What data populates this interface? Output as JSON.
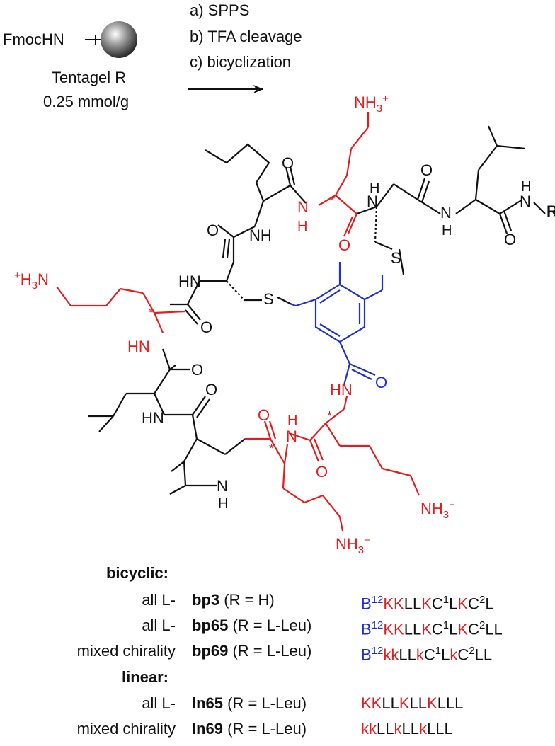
{
  "resin": {
    "fmoc_label": "FmocHN",
    "name": "Tentagel R",
    "loading": "0.25 mmol/g"
  },
  "steps": [
    "a) SPPS",
    "b) TFA cleavage",
    "c) bicyclization"
  ],
  "atoms": {
    "nh3_top": "NH3+",
    "h3n_left": "+H3N",
    "nh3_right": "NH3+",
    "nh3_bottom": "NH3+",
    "R": "R",
    "S": "S",
    "O": "O",
    "N": "N",
    "H": "H",
    "NH": "NH",
    "HN": "HN",
    "star": "*"
  },
  "colors": {
    "red": "#e11d1d",
    "blue": "#1f2fd0",
    "black": "#111111"
  },
  "table": {
    "bicyclic_header": "bicyclic:",
    "linear_header": "linear:",
    "rows": [
      {
        "chirality": "all L-",
        "code": "bp3",
        "r": " (R = H)",
        "seq": [
          [
            "B",
            "blue"
          ],
          [
            "12",
            "blue-sup"
          ],
          [
            "KK",
            "red"
          ],
          [
            "LL",
            "black"
          ],
          [
            "K",
            "red"
          ],
          [
            "C",
            "black"
          ],
          [
            "1",
            "sup"
          ],
          [
            "L",
            "black"
          ],
          [
            "K",
            "red"
          ],
          [
            "C",
            "black"
          ],
          [
            "2",
            "sup"
          ],
          [
            "L",
            "black"
          ]
        ]
      },
      {
        "chirality": "all L-",
        "code": "bp65",
        "r": " (R = L-Leu)",
        "seq": [
          [
            "B",
            "blue"
          ],
          [
            "12",
            "blue-sup"
          ],
          [
            "KK",
            "red"
          ],
          [
            "LL",
            "black"
          ],
          [
            "K",
            "red"
          ],
          [
            "C",
            "black"
          ],
          [
            "1",
            "sup"
          ],
          [
            "L",
            "black"
          ],
          [
            "K",
            "red"
          ],
          [
            "C",
            "black"
          ],
          [
            "2",
            "sup"
          ],
          [
            "LL",
            "black"
          ]
        ]
      },
      {
        "chirality": "mixed chirality",
        "code": "bp69",
        "r": " (R = L-Leu)",
        "seq": [
          [
            "B",
            "blue"
          ],
          [
            "12",
            "blue-sup"
          ],
          [
            "kk",
            "red"
          ],
          [
            "LL",
            "black"
          ],
          [
            "k",
            "red"
          ],
          [
            "C",
            "black"
          ],
          [
            "1",
            "sup"
          ],
          [
            "L",
            "black"
          ],
          [
            "k",
            "red"
          ],
          [
            "C",
            "black"
          ],
          [
            "2",
            "sup"
          ],
          [
            "LL",
            "black"
          ]
        ]
      },
      {
        "chirality": "all L-",
        "code": "ln65",
        "r": " (R = L-Leu)",
        "seq": [
          [
            "KK",
            "red"
          ],
          [
            "LL",
            "black"
          ],
          [
            "K",
            "red"
          ],
          [
            "LL",
            "black"
          ],
          [
            "K",
            "red"
          ],
          [
            "LLL",
            "black"
          ]
        ]
      },
      {
        "chirality": "mixed chirality",
        "code": "ln69",
        "r": " (R = L-Leu)",
        "seq": [
          [
            "kk",
            "red"
          ],
          [
            "LL",
            "black"
          ],
          [
            "k",
            "red"
          ],
          [
            "LL",
            "black"
          ],
          [
            "k",
            "red"
          ],
          [
            "LLL",
            "black"
          ]
        ]
      }
    ]
  }
}
